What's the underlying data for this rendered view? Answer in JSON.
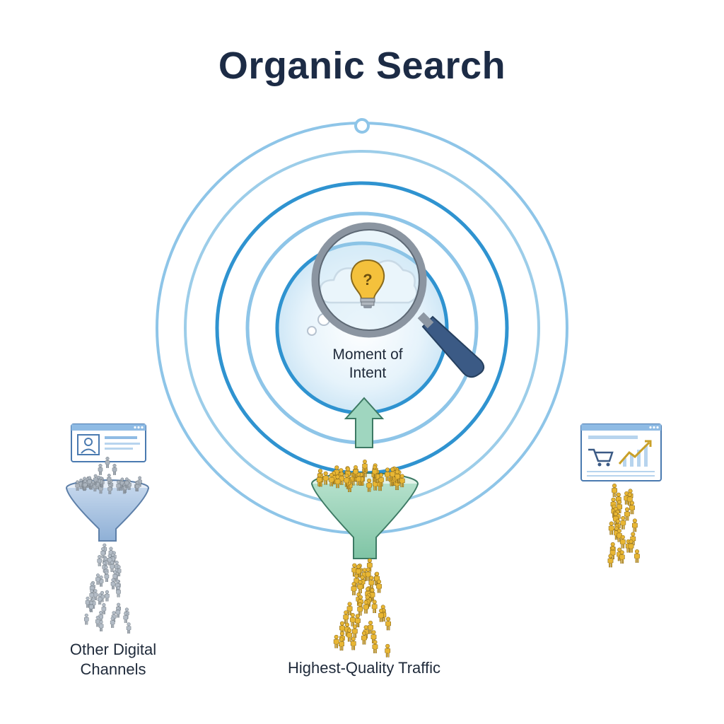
{
  "title": "Organic Search",
  "center_label": {
    "line1": "Moment of",
    "line2": "Intent"
  },
  "left_label": {
    "line1": "Other Digital",
    "line2": "Channels"
  },
  "bottom_label": "Highest-Quality Traffic",
  "colors": {
    "title": "#1c2b45",
    "ring_light": "#8ec5e8",
    "ring_dark": "#2f93d0",
    "funnel_green": "#9bd3bb",
    "funnel_blue": "#a9c4e0",
    "person_gold": "#e8b633",
    "person_gray": "#aab3bd",
    "lens_dark": "#3b5a85"
  },
  "icons": [
    "magnifier-icon",
    "lightbulb-icon",
    "thought-cloud-icon",
    "arrow-up-icon",
    "funnel-icon",
    "browser-profile-icon",
    "browser-cart-chart-icon",
    "person-icon"
  ]
}
